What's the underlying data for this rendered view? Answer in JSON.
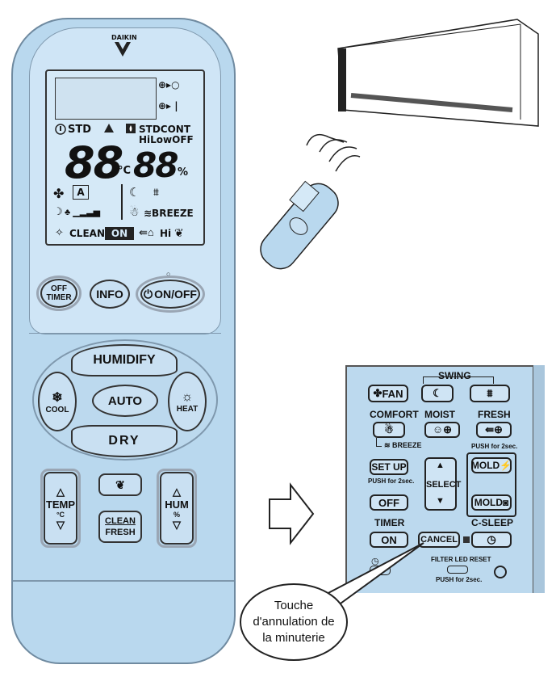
{
  "remote": {
    "brand": "DAIKIN",
    "lcd": {
      "timer_on": "⊕▸○",
      "timer_off": "⊕▸ |",
      "std_left": "STD",
      "std_right": "STDCONT",
      "hilowoff": "HiLowOFF",
      "temp_digits": "88",
      "temp_unit": "°C",
      "hum_digits": "88",
      "hum_unit": "%",
      "auto_symbol": "A",
      "breeze": "≋BREEZE",
      "clean": "CLEAN",
      "on": "ON",
      "hi": "Hi"
    },
    "buttons": {
      "off_timer_1": "OFF",
      "off_timer_2": "TIMER",
      "info": "INFO",
      "on_off": "ON/OFF",
      "humidify": "HUMIDIFY",
      "auto": "AUTO",
      "cool": "COOL",
      "heat": "HEAT",
      "dry": "DRY",
      "temp": "TEMP",
      "temp_unit": "°C",
      "hum": "HUM",
      "hum_unit": "%",
      "clean": "CLEAN",
      "fresh": "FRESH"
    }
  },
  "panel": {
    "swing": "SWING",
    "fan": "FAN",
    "comfort": "COMFORT",
    "moist": "MOIST",
    "fresh": "FRESH",
    "breeze": "≋ BREEZE",
    "push_2sec_a": "PUSH for 2sec.",
    "setup": "SET UP",
    "push_2sec_b": "PUSH for 2sec.",
    "select": "SELECT",
    "mold_1": "MOLD",
    "mold_2": "MOLD",
    "off": "OFF",
    "timer": "TIMER",
    "on": "ON",
    "cancel": "CANCEL",
    "csleep": "C-SLEEP",
    "filter_reset": "FILTER LED RESET",
    "push_2sec_c": "PUSH for 2sec."
  },
  "callout": {
    "line1": "Touche",
    "line2": "d'annulation de",
    "line3": "la minuterie"
  }
}
